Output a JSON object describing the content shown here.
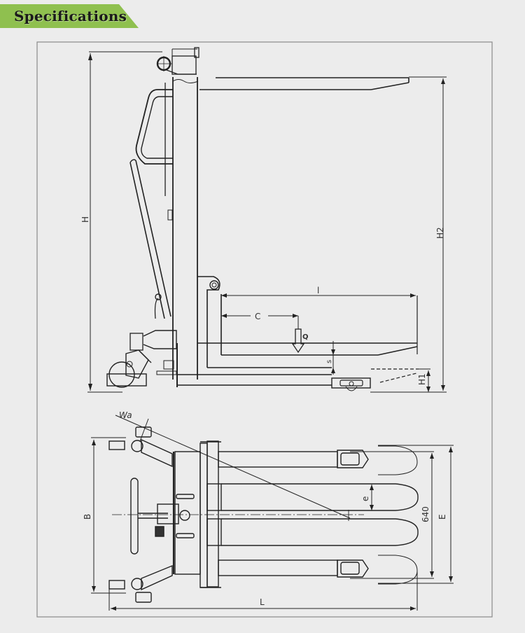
{
  "header": {
    "title": "Specifications",
    "banner_color": "#8fc04f"
  },
  "drawing": {
    "subject": "manual stacker technical drawing",
    "views": [
      "side-view",
      "top-view"
    ],
    "line_color": "#222222",
    "frame_color": "#8a8a8a",
    "side_view": {
      "dimensions": {
        "H": "H",
        "H2": "H2",
        "H1": "H1",
        "l": "l",
        "C": "C",
        "Q": "Q",
        "s": "s"
      }
    },
    "top_view": {
      "dimensions": {
        "Wa": "Wa",
        "B": "B",
        "L": "L",
        "e": "e",
        "fork_spread": "640",
        "E": "E"
      }
    }
  }
}
